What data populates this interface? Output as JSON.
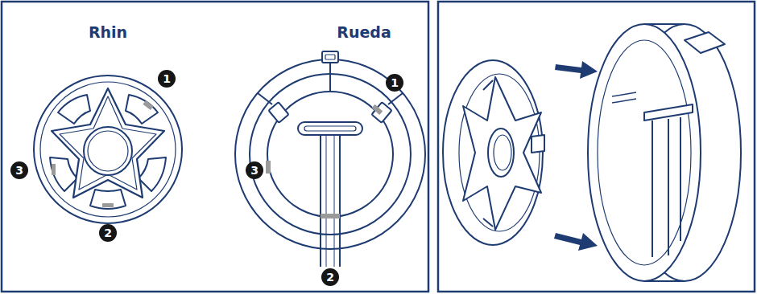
{
  "diagram": {
    "labels": [
      "Rhin",
      "Rueda",
      "1",
      "3",
      "2",
      "1",
      "3",
      "2"
    ]
  }
}
